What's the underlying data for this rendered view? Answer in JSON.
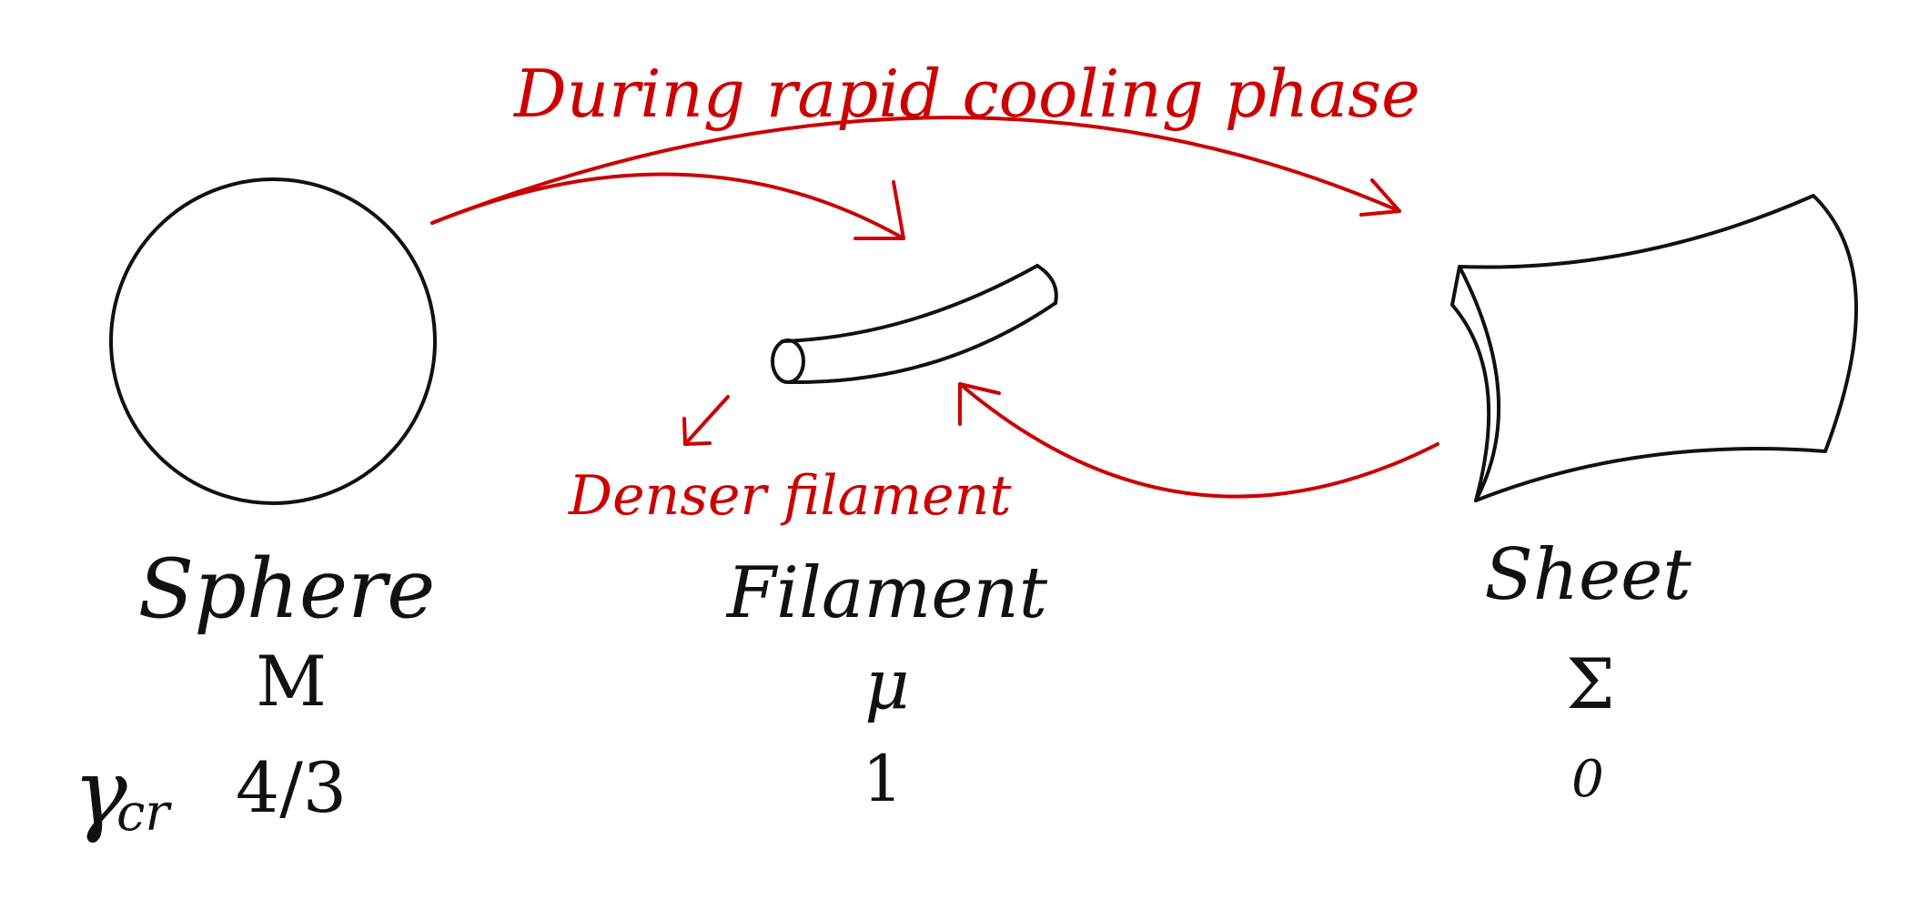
{
  "annotations": {
    "top_arrow_label": "During rapid cooling phase",
    "denser_label": "Denser filament"
  },
  "shapes": [
    {
      "name": "Sphere",
      "symbol": "M",
      "gamma_cr": "4/3"
    },
    {
      "name": "Filament",
      "symbol": "μ",
      "gamma_cr": "1"
    },
    {
      "name": "Sheet",
      "symbol": "Σ",
      "gamma_cr": "0"
    }
  ],
  "row_label": {
    "base": "γ",
    "subscript": "cr"
  },
  "colors": {
    "ink": "#111111",
    "accent": "#cc0000"
  }
}
